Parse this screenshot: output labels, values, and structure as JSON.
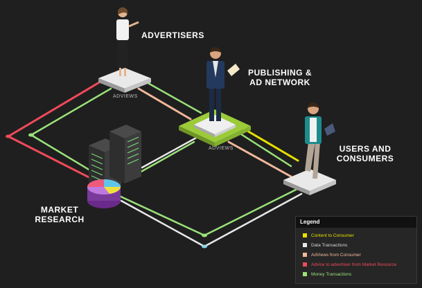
{
  "nodes": {
    "advertisers": {
      "label": "ADVERTISERS",
      "sublabel": "ADVIEWS"
    },
    "publishing": {
      "label_line1": "PUBLISHING &",
      "label_line2": "AD NETWORK",
      "sublabel": "ADVIEWS"
    },
    "users": {
      "label_line1": "USERS AND",
      "label_line2": "CONSUMERS"
    },
    "market": {
      "label_line1": "MARKET",
      "label_line2": "RESEARCH"
    }
  },
  "legend": {
    "title": "Legend",
    "items": [
      {
        "label": "Content to Consumer",
        "color": "#e6e000",
        "text_color": "#e6e000"
      },
      {
        "label": "Data Transactions",
        "color": "#e8e8e8",
        "text_color": "#d8d8d8"
      },
      {
        "label": "AdViews  from Consumer",
        "color": "#f0b89a",
        "text_color": "#f0b89a"
      },
      {
        "label": "Advice to advertiser from Market Resource",
        "color": "#f04a5a",
        "text_color": "#f04a5a"
      },
      {
        "label": "Money Transactions",
        "color": "#9be27a",
        "text_color": "#9be27a"
      }
    ]
  },
  "colors": {
    "background": "#1f1f1f",
    "content": "#e6e000",
    "data": "#e8e8e8",
    "adviews": "#f0b89a",
    "advice": "#f04a5a",
    "money": "#9be27a"
  }
}
